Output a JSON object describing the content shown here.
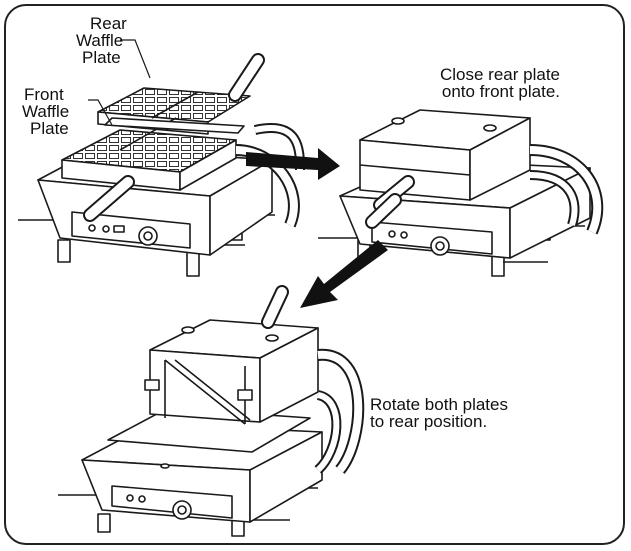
{
  "labels": {
    "rear_plate": [
      "Rear",
      "Waffle",
      "Plate"
    ],
    "front_plate": [
      "Front",
      "Waffle",
      "Plate"
    ],
    "step2": [
      "Close rear plate",
      "onto front plate."
    ],
    "step3": [
      "Rotate both plates",
      "to rear position."
    ]
  },
  "colors": {
    "stroke": "#1a1a1a",
    "arrow": "#111111",
    "body_fill": "#ffffff"
  }
}
